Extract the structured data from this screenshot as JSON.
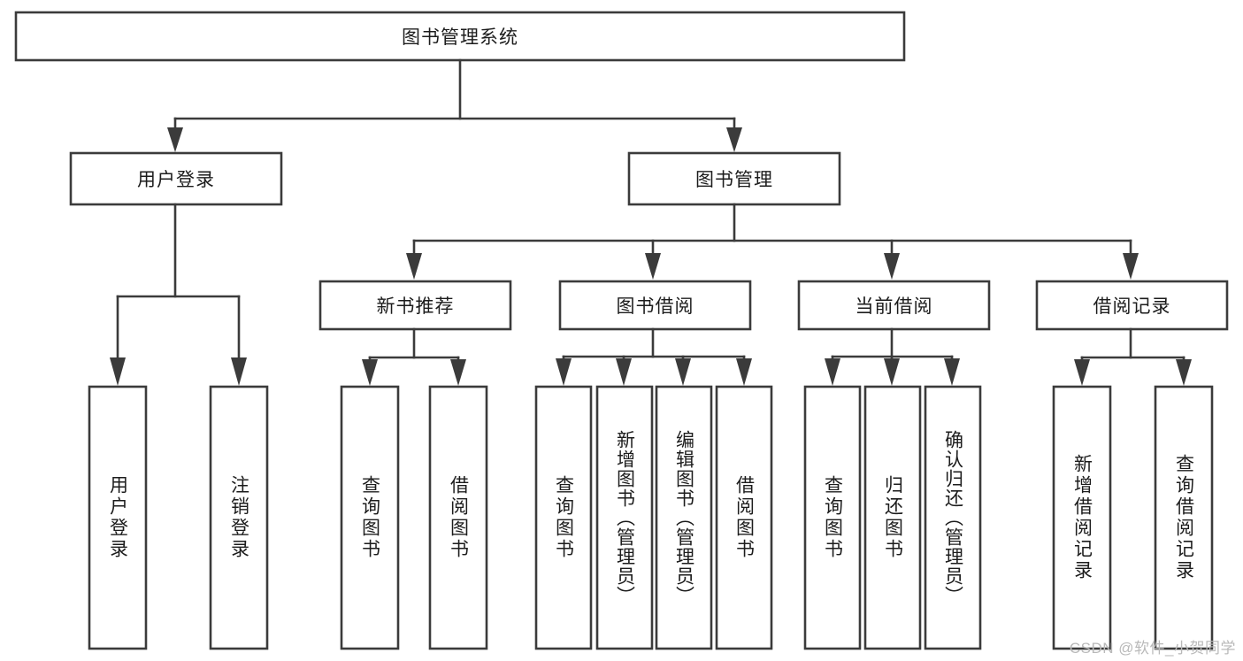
{
  "diagram": {
    "title": "图书管理系统",
    "type": "tree",
    "watermark": "CSDN @软件_小贺同学",
    "colors": {
      "stroke": "#3b3b3b",
      "fill": "#ffffff",
      "text": "#1c1c1c",
      "watermark": "#b9b9b9"
    },
    "root": {
      "label": "图书管理系统"
    },
    "level2": [
      {
        "label": "用户登录"
      },
      {
        "label": "图书管理"
      }
    ],
    "level3": [
      {
        "label": "新书推荐"
      },
      {
        "label": "图书借阅"
      },
      {
        "label": "当前借阅"
      },
      {
        "label": "借阅记录"
      }
    ],
    "leaves": {
      "user_login": [
        {
          "label": "用户登录"
        },
        {
          "label": "注销登录"
        }
      ],
      "new_book": [
        {
          "label": "查询图书"
        },
        {
          "label": "借阅图书"
        }
      ],
      "book_borrow": [
        {
          "label": "查询图书"
        },
        {
          "label": "新增图书（管理员）"
        },
        {
          "label": "编辑图书（管理员）"
        },
        {
          "label": "借阅图书"
        }
      ],
      "current_borrow": [
        {
          "label": "查询图书"
        },
        {
          "label": "归还图书"
        },
        {
          "label": "确认归还（管理员）"
        }
      ],
      "borrow_record": [
        {
          "label": "新增借阅记录"
        },
        {
          "label": "查询借阅记录"
        }
      ]
    }
  }
}
